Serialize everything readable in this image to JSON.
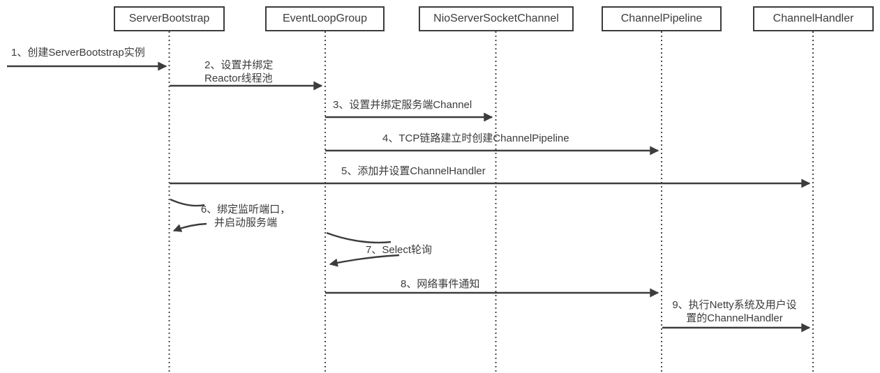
{
  "diagram": {
    "type": "sequence-diagram",
    "background": "#ffffff",
    "line_color": "#3c3c3c",
    "text_color": "#3b3b3b",
    "actors": [
      {
        "label": "ServerBootstrap"
      },
      {
        "label": "EventLoopGroup"
      },
      {
        "label": "NioServerSocketChannel"
      },
      {
        "label": "ChannelPipeline"
      },
      {
        "label": "ChannelHandler"
      }
    ],
    "messages": [
      {
        "seq": 1,
        "label": "1、创建ServerBootstrap实例",
        "from": "external",
        "to": "ServerBootstrap",
        "kind": "arrow"
      },
      {
        "seq": 2,
        "label": "2、设置并绑定\nReactor线程池",
        "from": "ServerBootstrap",
        "to": "EventLoopGroup",
        "kind": "arrow"
      },
      {
        "seq": 3,
        "label": "3、设置并绑定服务端Channel",
        "from": "EventLoopGroup",
        "to": "NioServerSocketChannel",
        "kind": "arrow"
      },
      {
        "seq": 4,
        "label": "4、TCP链路建立时创建ChannelPipeline",
        "from": "EventLoopGroup",
        "to": "ChannelPipeline",
        "kind": "arrow"
      },
      {
        "seq": 5,
        "label": "5、添加并设置ChannelHandler",
        "from": "ServerBootstrap",
        "to": "ChannelHandler",
        "kind": "arrow"
      },
      {
        "seq": 6,
        "label": "6、绑定监听端口，\n并启动服务端",
        "from": "ServerBootstrap",
        "to": "ServerBootstrap",
        "kind": "self"
      },
      {
        "seq": 7,
        "label": "7、Select轮询",
        "from": "EventLoopGroup",
        "to": "EventLoopGroup",
        "kind": "self"
      },
      {
        "seq": 8,
        "label": "8、网络事件通知",
        "from": "EventLoopGroup",
        "to": "ChannelPipeline",
        "kind": "arrow"
      },
      {
        "seq": 9,
        "label": "9、执行Netty系统及用户设\n置的ChannelHandler",
        "from": "ChannelPipeline",
        "to": "ChannelHandler",
        "kind": "arrow"
      }
    ]
  }
}
